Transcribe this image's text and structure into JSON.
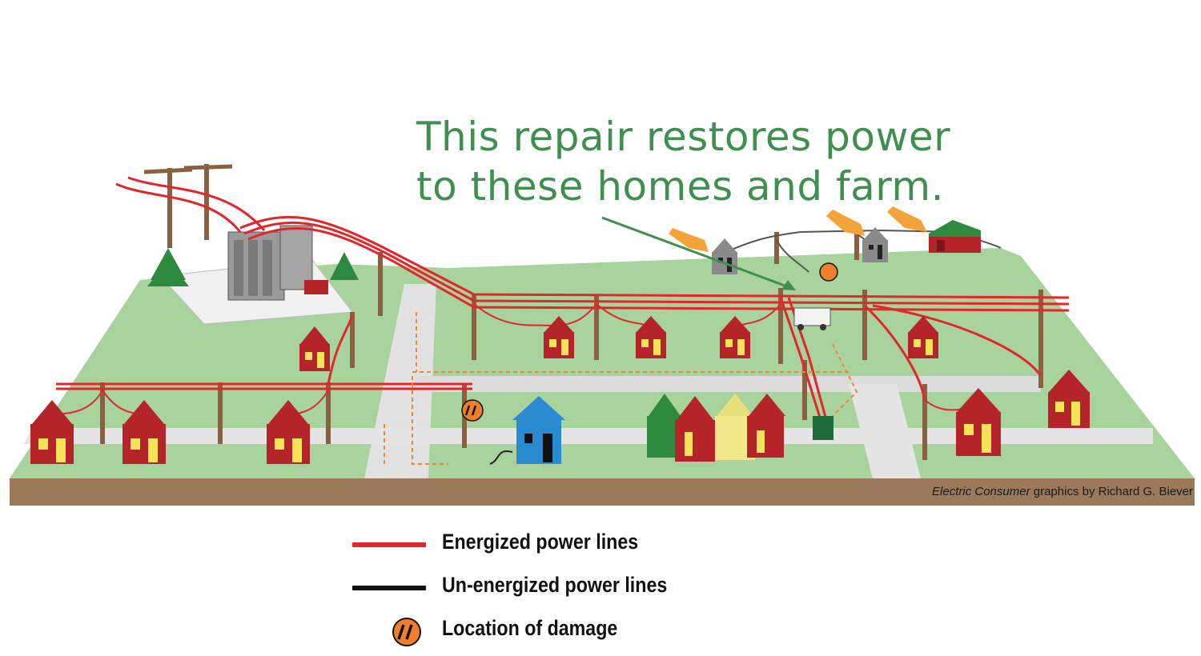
{
  "headline": {
    "line1": "This repair restores power",
    "line2": "to these homes and farm."
  },
  "credit": {
    "publication": "Electric Consumer",
    "byline": " graphics by Richard G. Biever"
  },
  "legend": {
    "items": [
      {
        "label": "Energized power lines",
        "color": "#e3262b",
        "icon": "red-line"
      },
      {
        "label": "Un-energized power lines",
        "color": "#111111",
        "icon": "black-line"
      },
      {
        "label": "Location of damage",
        "color": "#f07e2a",
        "icon": "damage-marker-icon"
      }
    ]
  },
  "colors": {
    "ground": "#a8d39c",
    "soil": "#9a7a5a",
    "road": "#e3e3e3",
    "house_wall": "#b52428",
    "house_window": "#f7e35a",
    "pole": "#8a6140",
    "energized": "#e3262b",
    "unenergized": "#555555",
    "annotation": "#3f8f4f",
    "damage": "#f07e2a"
  }
}
